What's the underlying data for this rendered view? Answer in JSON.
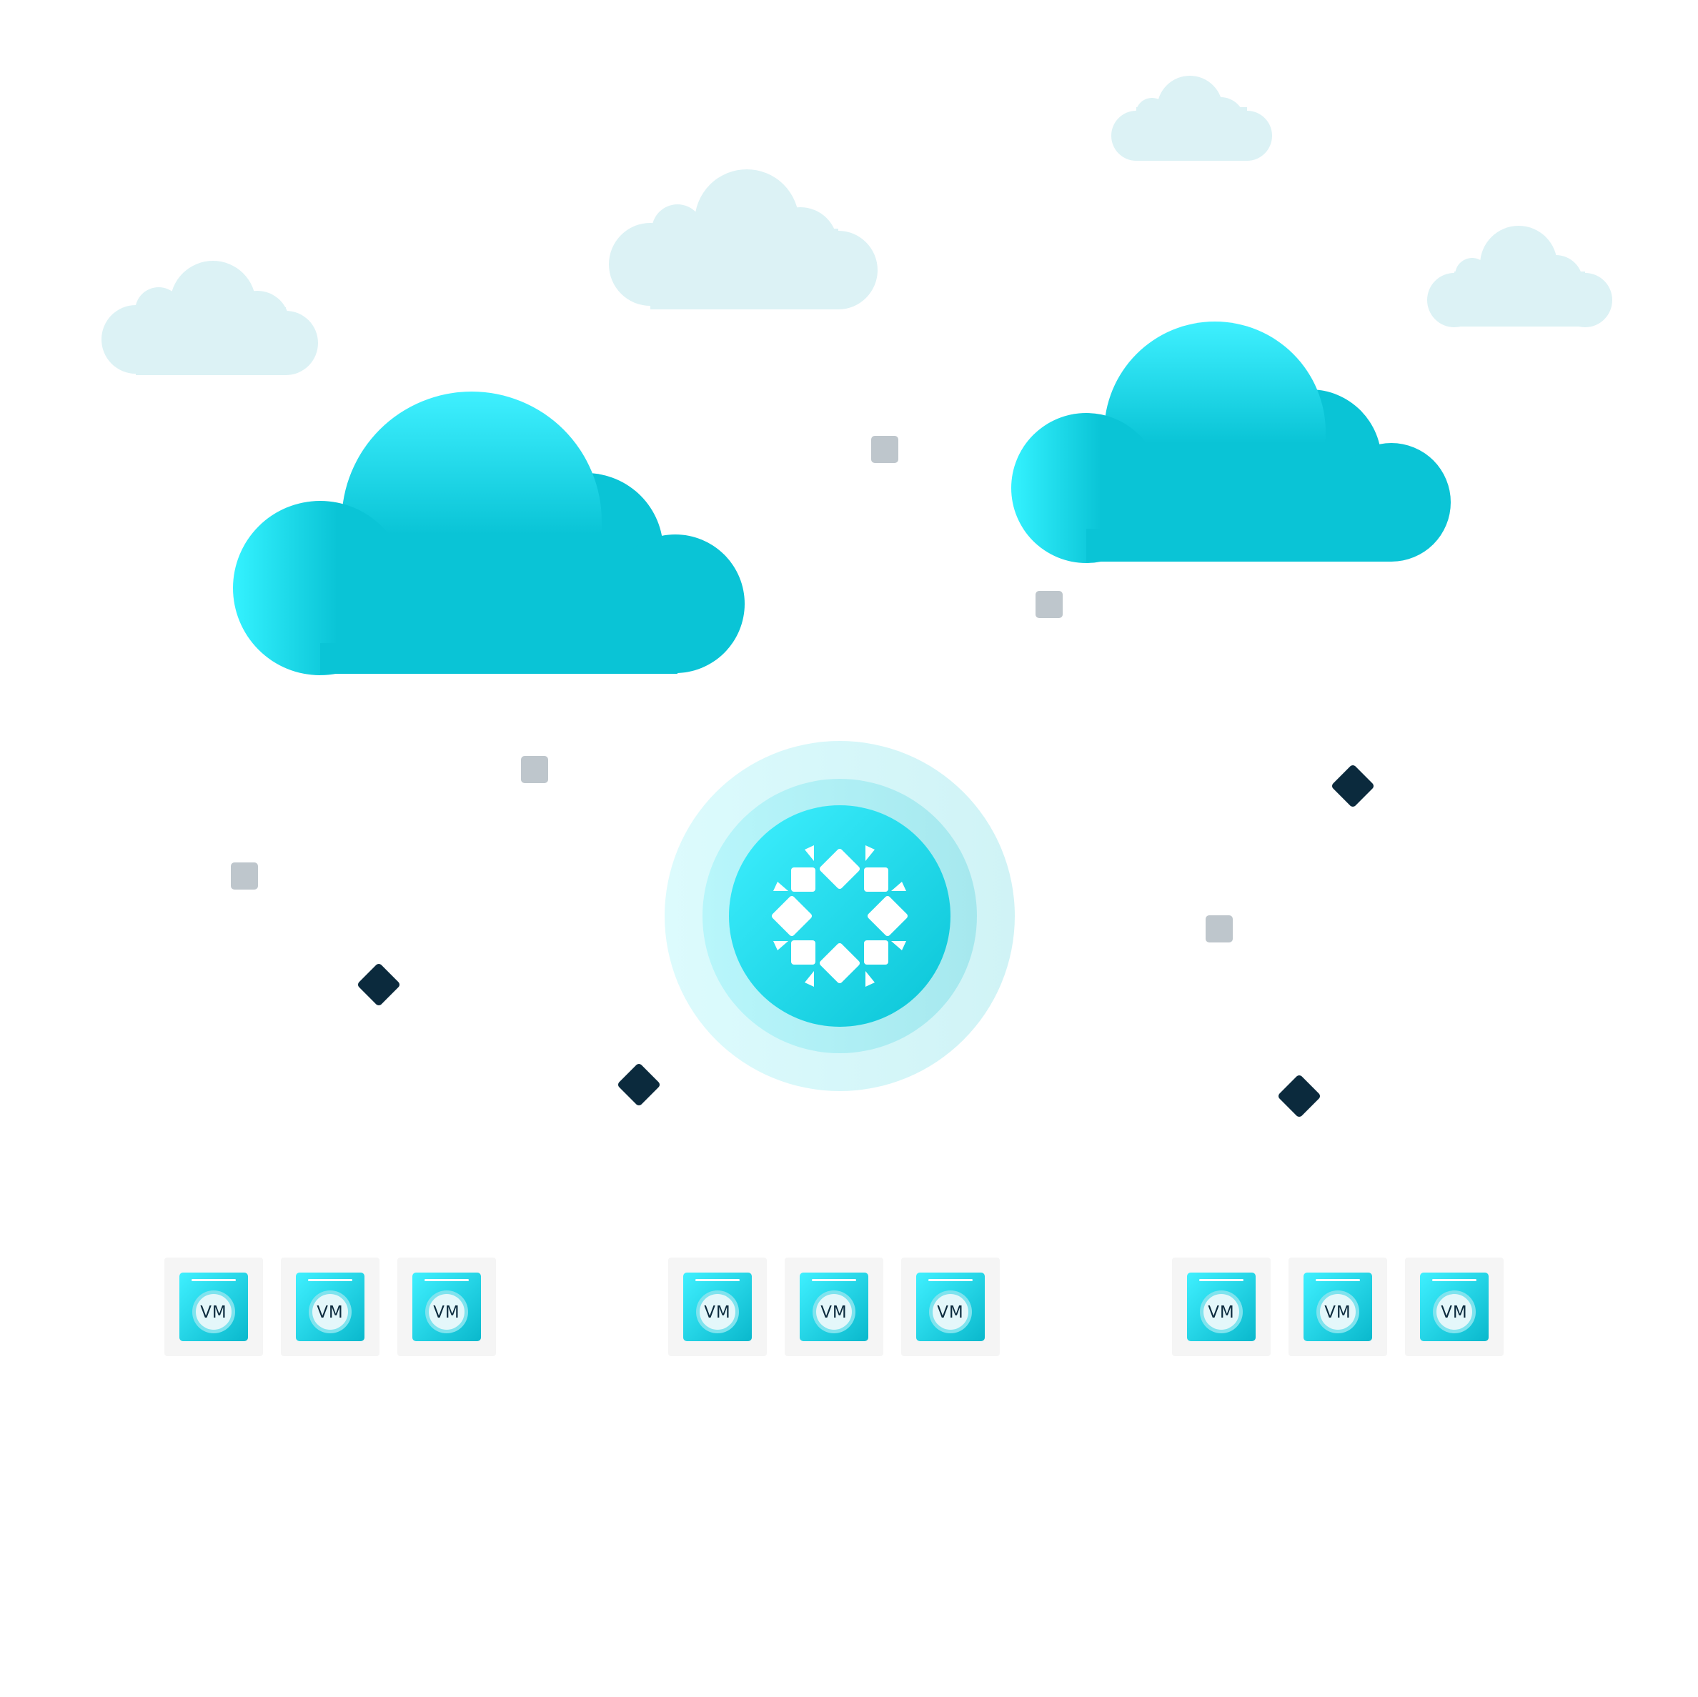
{
  "palette": {
    "cloud_light": "#dcf2f5",
    "cloud_top": "#3ff0ff",
    "cloud_mid": "#0ac4d6",
    "square_gray": "#bec6cc",
    "diamond_navy": "#0b2a3d",
    "tile_bg": "#f5f5f5",
    "vm_badge_bg": "#e4f7fa"
  },
  "hub": {
    "icon": "network-hub-icon"
  },
  "vm_groups": [
    {
      "vms": [
        {
          "label": "VM"
        },
        {
          "label": "VM"
        },
        {
          "label": "VM"
        }
      ]
    },
    {
      "vms": [
        {
          "label": "VM"
        },
        {
          "label": "VM"
        },
        {
          "label": "VM"
        }
      ]
    },
    {
      "vms": [
        {
          "label": "VM"
        },
        {
          "label": "VM"
        },
        {
          "label": "VM"
        }
      ]
    }
  ]
}
